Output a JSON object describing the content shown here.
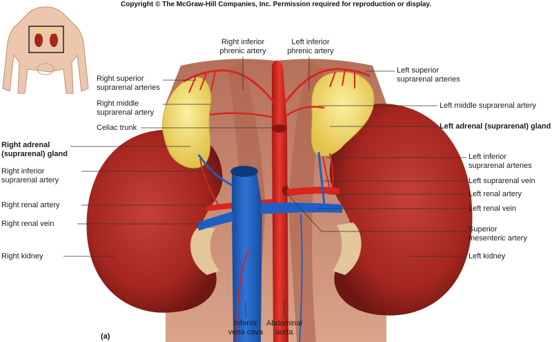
{
  "copyright": "Copyright © The McGraw-Hill Companies, Inc. Permission required for reproduction or display.",
  "panel_letter": "(a)",
  "labels": {
    "right_inferior_phrenic_artery": "Right inferior\nphrenic artery",
    "left_inferior_phrenic_artery": "Left inferior\nphrenic artery",
    "right_superior_suprarenal_arteries": "Right superior\nsuprarenal arteries",
    "left_superior_suprarenal_arteries": "Left superior\nsuprarenal arteries",
    "right_middle_suprarenal_artery": "Right middle\nsuprarenal artery",
    "left_middle_suprarenal_artery": "Left middle suprarenal artery",
    "celiac_trunk": "Celiac trunk",
    "left_adrenal_gland": "Left adrenal (suprarenal) gland",
    "right_adrenal_gland": "Right adrenal\n(suprarenal) gland",
    "right_inferior_suprarenal_artery": "Right inferior\nsuprarenal artery",
    "left_inferior_suprarenal_arteries": "Left inferior\nsuprarenal arteries",
    "left_suprarenal_vein": "Left suprarenal vein",
    "left_renal_artery": "Left renal artery",
    "right_renal_artery": "Right renal artery",
    "left_renal_vein": "Left renal vein",
    "right_renal_vein": "Right renal vein",
    "superior_mesenteric_artery": "Superior\nmesenteric artery",
    "right_kidney": "Right kidney",
    "left_kidney": "Left kidney",
    "inferior_vena_cava": "Inferior\nvena cava",
    "abdominal_aorta": "Abdominal\naorta"
  },
  "colors": {
    "kidney": "#b0302a",
    "gland": "#f0d860",
    "artery": "#d8251e",
    "vein": "#1f5fc4",
    "muscle": "#c98a72",
    "leader": "#333333"
  }
}
